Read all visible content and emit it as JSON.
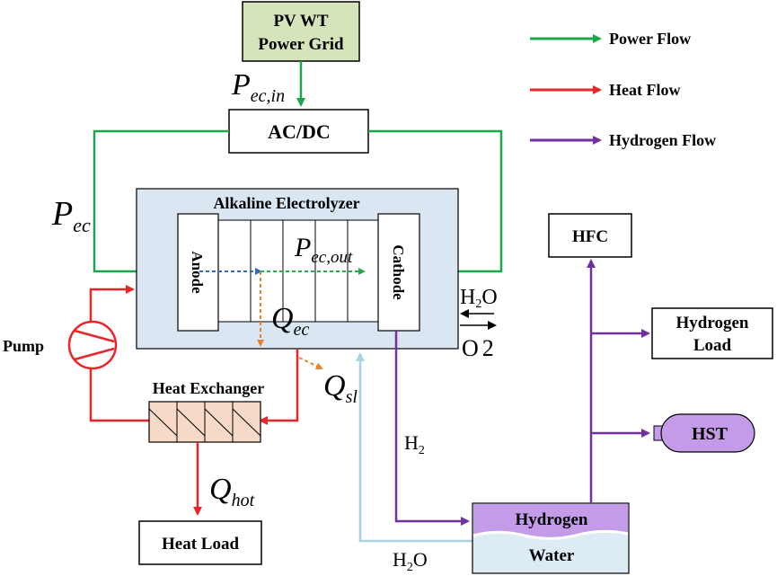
{
  "colors": {
    "power": "#1aa64a",
    "heat": "#e8262a",
    "hydrogen": "#7030a0",
    "water": "#a9d3e5",
    "electrolyzer_fill": "#dbe6f3",
    "pv_fill": "#d6e4bc",
    "hx_fill": "#f6d9c6",
    "hydrogen_tank": "#c39be8",
    "water_fill": "#dcebf4",
    "hst_fill": "#c39be8",
    "dashed_blue": "#2f6bc2",
    "dashed_green": "#2aa84a",
    "dashed_orange": "#e8812a"
  },
  "legend": {
    "power": "Power  Flow",
    "heat": "Heat  Flow",
    "hydrogen": "Hydrogen Flow"
  },
  "boxes": {
    "pv_line1": "PV WT",
    "pv_line2": "Power Grid",
    "acdc": "AC/DC",
    "electrolyzer": "Alkaline Electrolyzer",
    "anode": "Anode",
    "cathode": "Cathode",
    "hfc": "HFC",
    "hload_line1": "Hydrogen",
    "hload_line2": "Load",
    "hst": "HST",
    "pump": "Pump",
    "heat_exchanger": "Heat Exchanger",
    "heat_load": "Heat Load",
    "tank_hydrogen": "Hydrogen",
    "tank_water": "Water"
  },
  "symbols": {
    "P": "P",
    "Q": "Q",
    "ec_in": "ec,in",
    "ec": "ec",
    "ec_out": "ec,out",
    "sl": "sl",
    "hot": "hot",
    "H": "H",
    "O": "O",
    "two": "2"
  }
}
